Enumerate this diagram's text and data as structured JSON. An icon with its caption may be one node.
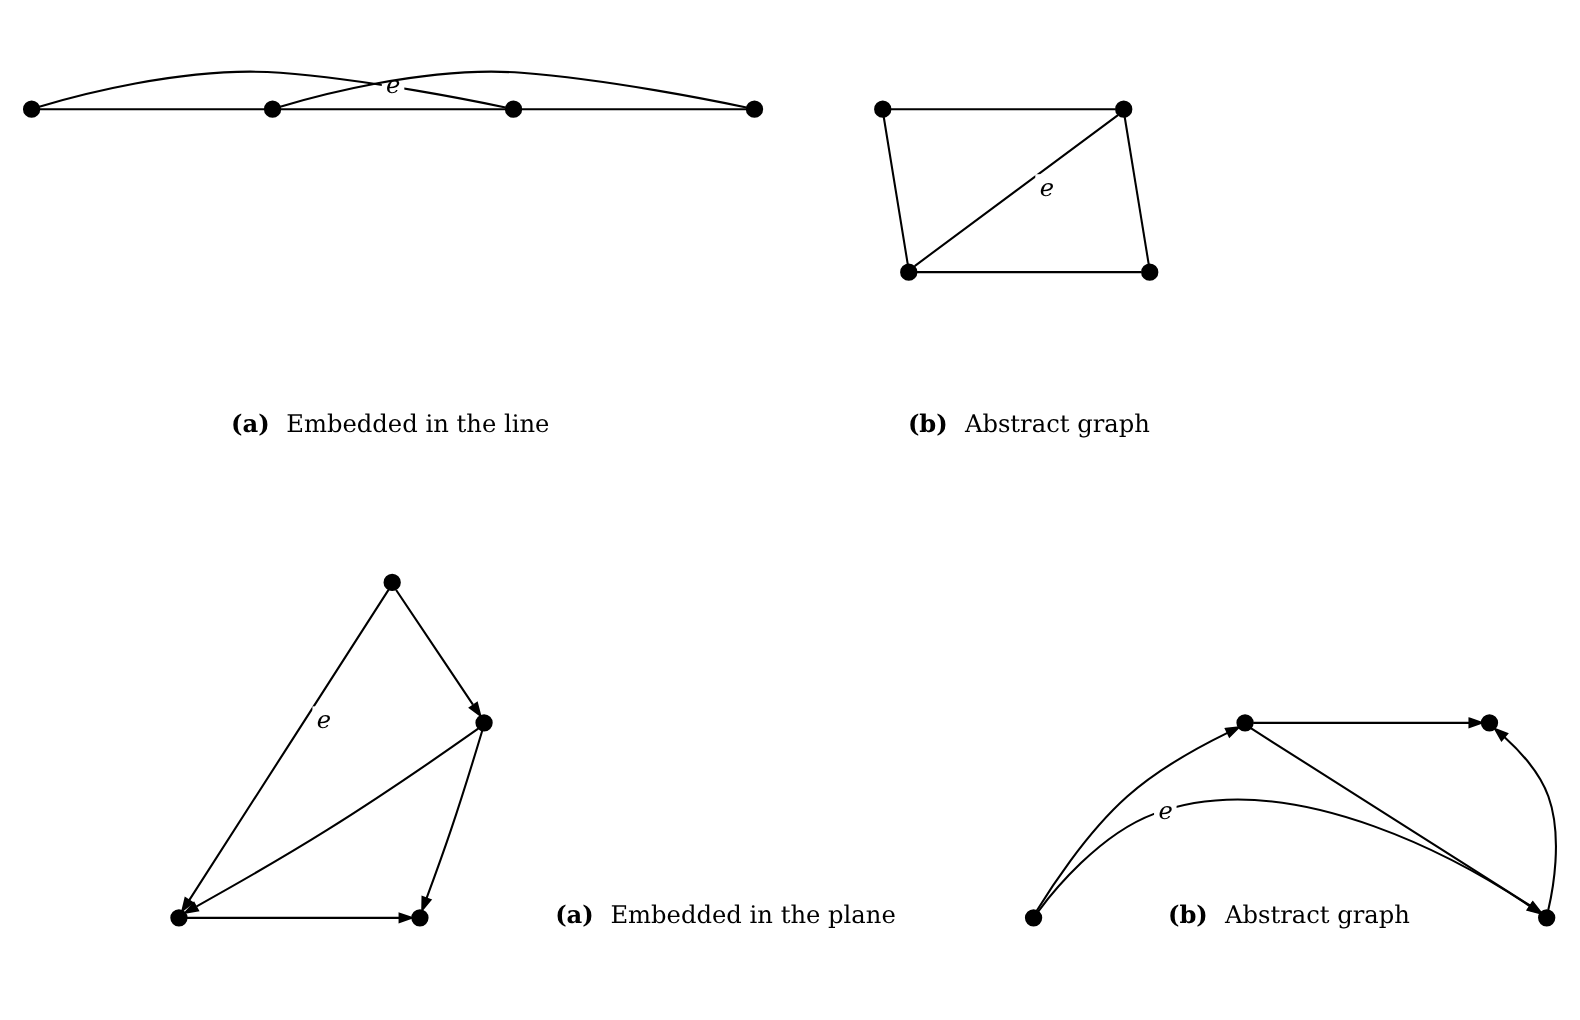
{
  "diagram": {
    "nodes": [
      {
        "text": [],
        "shape": "circle"
      },
      {
        "text": [],
        "shape": "circle"
      },
      {
        "text": [],
        "shape": "circle"
      },
      {
        "text": [],
        "shape": "circle"
      },
      {
        "text": [],
        "shape": "circle"
      },
      {
        "text": [],
        "shape": "circle"
      },
      {
        "text": [],
        "shape": "circle"
      },
      {
        "text": [],
        "shape": "circle"
      },
      {
        "text": [],
        "shape": "circle"
      },
      {
        "text": [],
        "shape": "circle"
      },
      {
        "text": [],
        "shape": "circle"
      },
      {
        "text": [],
        "shape": "circle"
      },
      {
        "text": [],
        "shape": "circle"
      },
      {
        "text": [],
        "shape": "circle"
      },
      {
        "text": [],
        "shape": "circle"
      },
      {
        "text": [],
        "shape": "circle"
      }
    ],
    "edges": [
      {
        "from": 0,
        "to": 1,
        "arrow": "none"
      },
      {
        "from": 1,
        "to": 2,
        "arrow": "none",
        "label": "e"
      },
      {
        "from": 2,
        "to": 3,
        "arrow": "none"
      },
      {
        "from": 0,
        "to": 2,
        "arrow": "none"
      },
      {
        "from": 1,
        "to": 3,
        "arrow": "none"
      },
      {
        "from": 4,
        "to": 5,
        "arrow": "none"
      },
      {
        "from": 4,
        "to": 6,
        "arrow": "none"
      },
      {
        "from": 5,
        "to": 7,
        "arrow": "none"
      },
      {
        "from": 6,
        "to": 7,
        "arrow": "none"
      },
      {
        "from": 6,
        "to": 5,
        "arrow": "none",
        "label": "e"
      },
      {
        "from": 8,
        "to": 9,
        "arrow": "to",
        "label": "e"
      },
      {
        "from": 8,
        "to": 11,
        "arrow": "to"
      },
      {
        "from": 9,
        "to": 10,
        "arrow": "to"
      },
      {
        "from": 11,
        "to": 9,
        "arrow": "to"
      },
      {
        "from": 11,
        "to": 10,
        "arrow": "to"
      },
      {
        "from": 12,
        "to": 13,
        "arrow": "to",
        "label": "e"
      },
      {
        "from": 12,
        "to": 14,
        "arrow": "to"
      },
      {
        "from": 14,
        "to": 13,
        "arrow": "to"
      },
      {
        "from": 14,
        "to": 15,
        "arrow": "to"
      },
      {
        "from": 13,
        "to": 15,
        "arrow": "to"
      }
    ],
    "labels": [
      "(a) Embedded in the line",
      "(b) Abstract graph",
      "(a) Embedded in the plane",
      "(b) Abstract graph"
    ]
  }
}
